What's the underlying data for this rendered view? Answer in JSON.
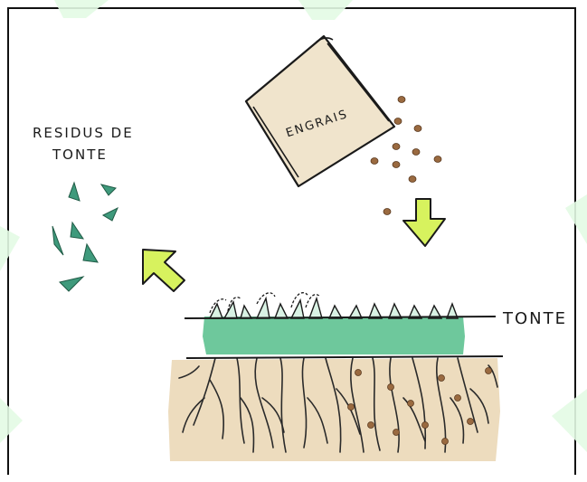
{
  "labels": {
    "residue_line1": "RESIDUS DE",
    "residue_line2": "TONTE",
    "bag": "ENGRAIS",
    "mowing": "TONTE"
  },
  "colors": {
    "soil": "#eddcbe",
    "grass": "#6ec89c",
    "grass_clipping": "#3f9a7c",
    "arrow": "#d7f25e",
    "bag": "#f0e4cc",
    "granule": "#9a6a40",
    "ink": "#1a1a1a",
    "watermark": "#e3fbe4"
  },
  "icons": {
    "bag": "fertilizer-bag-icon",
    "arrow_down": "arrow-down-icon",
    "arrow_up_left": "arrow-up-left-icon"
  }
}
